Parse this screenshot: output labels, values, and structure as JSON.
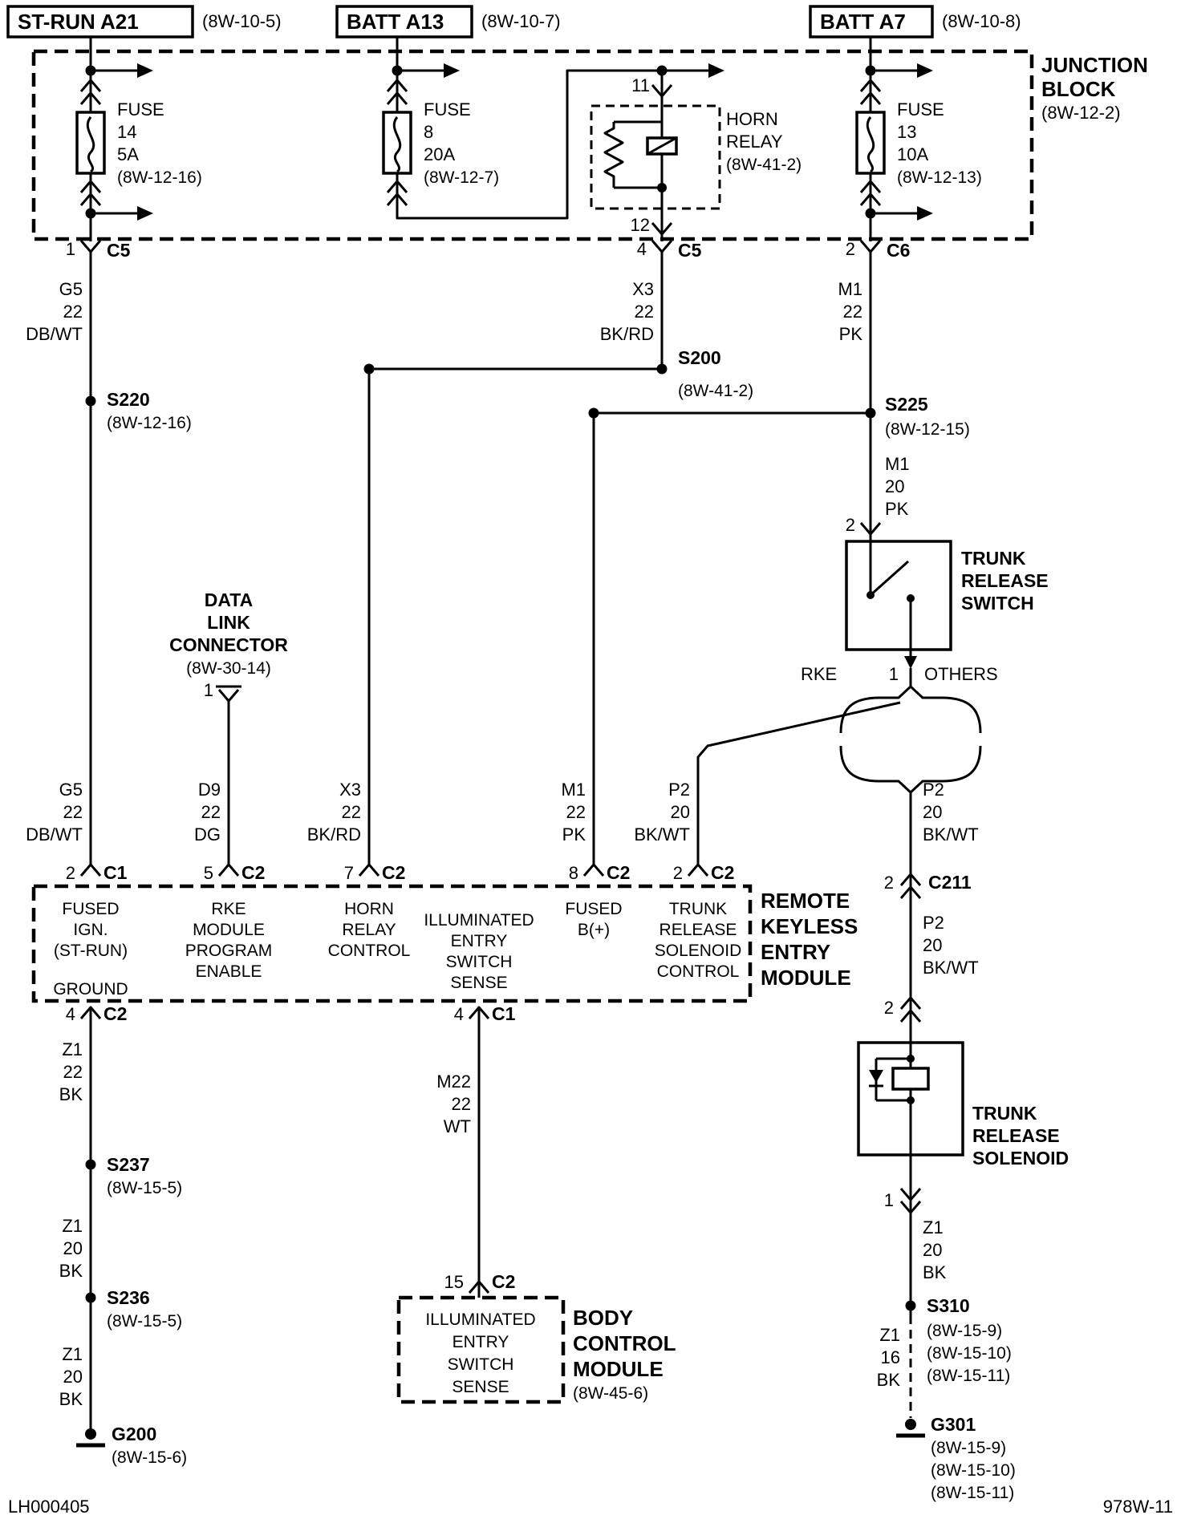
{
  "sources": {
    "st_run": {
      "label": "ST-RUN A21",
      "ref": "(8W-10-5)"
    },
    "batt_a13": {
      "label": "BATT A13",
      "ref": "(8W-10-7)"
    },
    "batt_a7": {
      "label": "BATT A7",
      "ref": "(8W-10-8)"
    }
  },
  "junction_block": {
    "title": [
      "JUNCTION",
      "BLOCK"
    ],
    "ref": "(8W-12-2)",
    "fuse14": [
      "FUSE",
      "14",
      "5A",
      "(8W-12-16)"
    ],
    "fuse8": [
      "FUSE",
      "8",
      "20A",
      "(8W-12-7)"
    ],
    "fuse13": [
      "FUSE",
      "13",
      "10A",
      "(8W-12-13)"
    ],
    "horn_relay": {
      "title": [
        "HORN",
        "RELAY"
      ],
      "ref": "(8W-41-2)",
      "pin_top": "11",
      "pin_bottom": "12"
    }
  },
  "connectors": {
    "c5_left": {
      "pin": "1",
      "name": "C5"
    },
    "c5_mid": {
      "pin": "4",
      "name": "C5"
    },
    "c6": {
      "pin": "2",
      "name": "C6"
    },
    "c211": {
      "pin": "2",
      "name": "C211"
    },
    "bcm_c2": {
      "pin": "15",
      "name": "C2"
    }
  },
  "wires": {
    "g5_top": [
      "G5",
      "22",
      "DB/WT"
    ],
    "g5_bottom": [
      "G5",
      "22",
      "DB/WT"
    ],
    "x3_top": [
      "X3",
      "22",
      "BK/RD"
    ],
    "x3_bottom": [
      "X3",
      "22",
      "BK/RD"
    ],
    "m1_top": [
      "M1",
      "22",
      "PK"
    ],
    "m1_switch": [
      "M1",
      "20",
      "PK"
    ],
    "m1_bottom": [
      "M1",
      "22",
      "PK"
    ],
    "d9": [
      "D9",
      "22",
      "DG"
    ],
    "p2_module": [
      "P2",
      "20",
      "BK/WT"
    ],
    "p2_upper": [
      "P2",
      "20",
      "BK/WT"
    ],
    "p2_lower": [
      "P2",
      "20",
      "BK/WT"
    ],
    "m22": [
      "M22",
      "22",
      "WT"
    ],
    "z1_a": [
      "Z1",
      "22",
      "BK"
    ],
    "z1_b": [
      "Z1",
      "20",
      "BK"
    ],
    "z1_c": [
      "Z1",
      "20",
      "BK"
    ],
    "z1_sol": [
      "Z1",
      "20",
      "BK"
    ],
    "z1_gnd": [
      "Z1",
      "16",
      "BK"
    ]
  },
  "splices": {
    "s220": {
      "name": "S220",
      "ref": "(8W-12-16)"
    },
    "s200": {
      "name": "S200",
      "ref": "(8W-41-2)"
    },
    "s225": {
      "name": "S225",
      "ref": "(8W-12-15)"
    },
    "s237": {
      "name": "S237",
      "ref": "(8W-15-5)"
    },
    "s236": {
      "name": "S236",
      "ref": "(8W-15-5)"
    },
    "s310": {
      "name": "S310",
      "refs": [
        "(8W-15-9)",
        "(8W-15-10)",
        "(8W-15-11)"
      ]
    }
  },
  "grounds": {
    "g200": {
      "name": "G200",
      "ref": "(8W-15-6)"
    },
    "g301": {
      "name": "G301",
      "refs": [
        "(8W-15-9)",
        "(8W-15-10)",
        "(8W-15-11)"
      ]
    }
  },
  "dlc": {
    "title": [
      "DATA",
      "LINK",
      "CONNECTOR"
    ],
    "ref": "(8W-30-14)",
    "pin": "1"
  },
  "trunk_switch": {
    "title": [
      "TRUNK",
      "RELEASE",
      "SWITCH"
    ],
    "pin_top": "2",
    "pin_bottom": "1",
    "branch_left": "RKE",
    "branch_right": "OTHERS"
  },
  "trunk_solenoid": {
    "title": [
      "TRUNK",
      "RELEASE",
      "SOLENOID"
    ],
    "pin_top": "2",
    "pin_bottom": "1"
  },
  "rke_module": {
    "title": [
      "REMOTE",
      "KEYLESS",
      "ENTRY",
      "MODULE"
    ],
    "pins": [
      {
        "pin": "2",
        "conn": "C1",
        "fn": [
          "FUSED",
          "IGN.",
          "(ST-RUN)"
        ]
      },
      {
        "pin": "5",
        "conn": "C2",
        "fn": [
          "RKE",
          "MODULE",
          "PROGRAM",
          "ENABLE"
        ]
      },
      {
        "pin": "7",
        "conn": "C2",
        "fn": [
          "HORN",
          "RELAY",
          "CONTROL"
        ]
      },
      {
        "pin": "8",
        "conn": "C2",
        "fn": [
          "FUSED",
          "B(+)"
        ]
      },
      {
        "pin": "2",
        "conn": "C2",
        "fn": [
          "TRUNK",
          "RELEASE",
          "SOLENOID",
          "CONTROL"
        ]
      }
    ],
    "illuminated": [
      "ILLUMINATED",
      "ENTRY",
      "SWITCH",
      "SENSE"
    ],
    "ground_pin": {
      "pin": "4",
      "conn": "C2",
      "label": "GROUND"
    },
    "illum_pin": {
      "pin": "4",
      "conn": "C1"
    }
  },
  "bcm": {
    "title": [
      "BODY",
      "CONTROL",
      "MODULE"
    ],
    "ref": "(8W-45-6)",
    "inside": [
      "ILLUMINATED",
      "ENTRY",
      "SWITCH",
      "SENSE"
    ]
  },
  "footer": {
    "left": "LH000405",
    "right": "978W-11"
  }
}
